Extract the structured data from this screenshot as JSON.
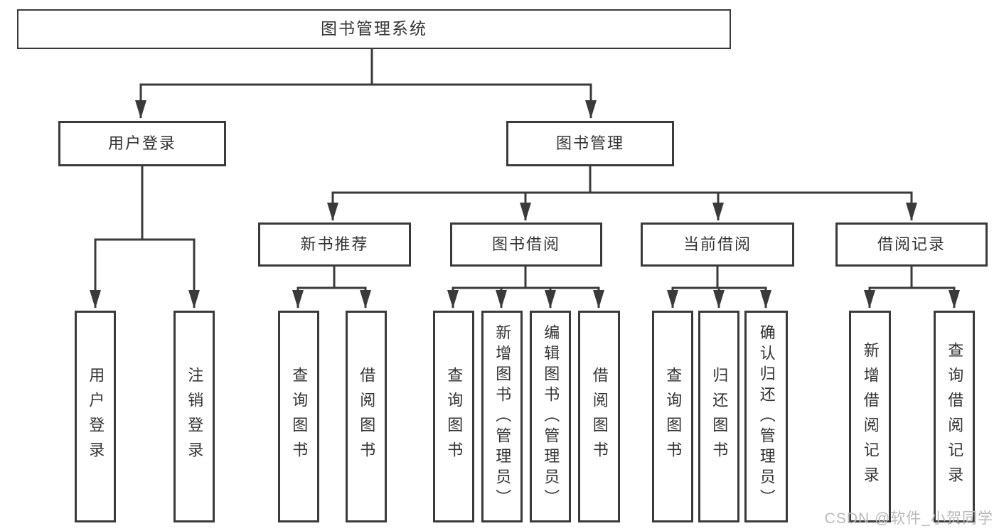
{
  "colors": {
    "line": "#3a3a3a",
    "box_border": "#3a3a3a",
    "text": "#333333",
    "watermark": "#b9b9b9",
    "background": "#ffffff"
  },
  "watermark": {
    "text": "CSDN @软件_小贺同学"
  },
  "tree": {
    "root": {
      "label": "图书管理系统"
    },
    "children": [
      {
        "label": "用户登录",
        "children": [
          {
            "label": "用户登录"
          },
          {
            "label": "注销登录"
          }
        ]
      },
      {
        "label": "图书管理",
        "children": [
          {
            "label": "新书推荐",
            "children": [
              {
                "label": "查询图书"
              },
              {
                "label": "借阅图书"
              }
            ]
          },
          {
            "label": "图书借阅",
            "children": [
              {
                "label": "查询图书"
              },
              {
                "label": "新增图书（管理员）"
              },
              {
                "label": "编辑图书（管理员）"
              },
              {
                "label": "借阅图书"
              }
            ]
          },
          {
            "label": "当前借阅",
            "children": [
              {
                "label": "查询图书"
              },
              {
                "label": "归还图书"
              },
              {
                "label": "确认归还（管理员）"
              }
            ]
          },
          {
            "label": "借阅记录",
            "children": [
              {
                "label": "新增借阅记录"
              },
              {
                "label": "查询借阅记录"
              }
            ]
          }
        ]
      }
    ]
  }
}
